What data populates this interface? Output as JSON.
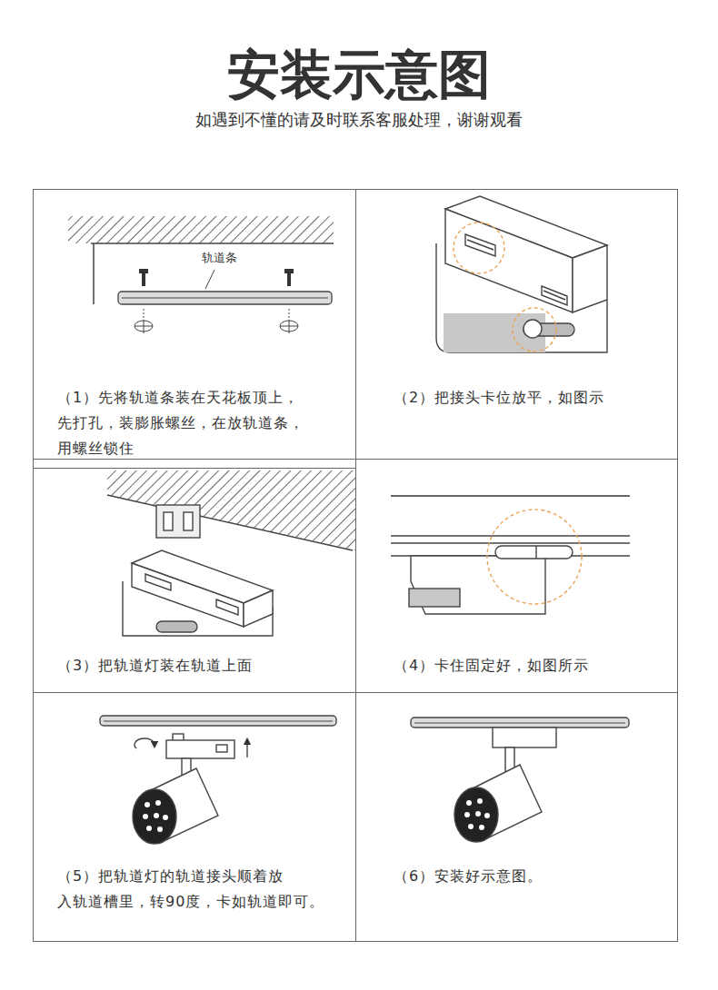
{
  "diagram": {
    "title": "安装示意图",
    "nodes": [
      {
        "text": [
          "（1）先将轨道条装在天花板顶上， 先打孔，装膨胀螺丝，在放轨道条， 用螺丝锁住"
        ]
      },
      {
        "text": [
          "（2）把接头卡位放平，如图示"
        ]
      },
      {
        "text": [
          "（3）把轨道灯装在轨道上面"
        ]
      },
      {
        "text": [
          "（4）卡住固定好，如图所示"
        ]
      },
      {
        "text": [
          "（5）把轨道灯的轨道接头顺着放 入轨道槽里，转90度，卡如轨道即可。"
        ]
      },
      {
        "text": [
          "（6）安装好示意图。"
        ]
      }
    ],
    "labels": [
      "如遇到不懂的请及时联系客服处理，谢谢观看",
      "轨道条"
    ]
  }
}
